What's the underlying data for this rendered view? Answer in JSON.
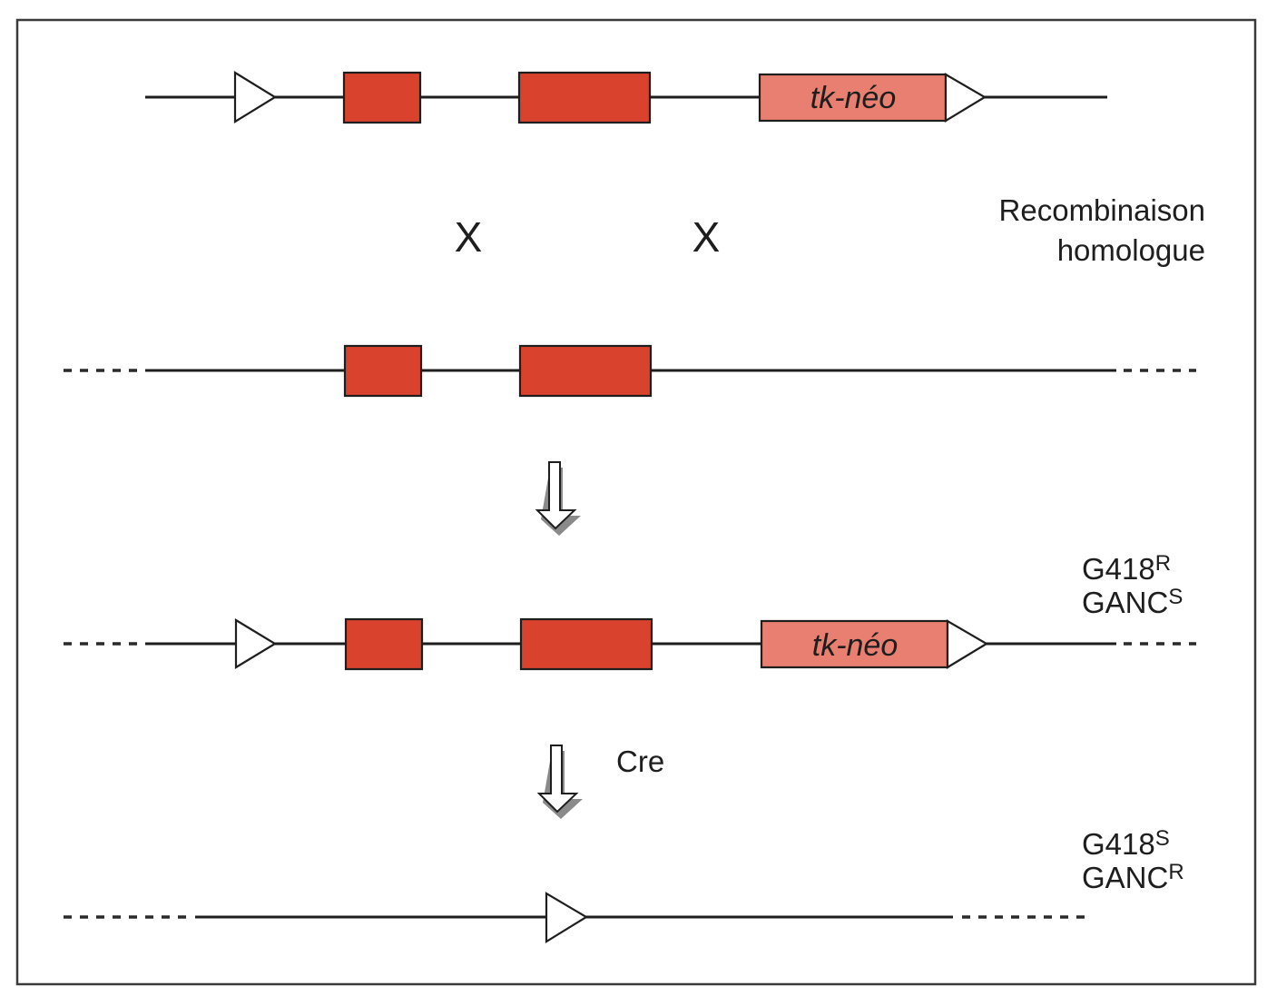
{
  "diagram": {
    "type": "gene-targeting-cre-lox",
    "colors": {
      "exon": "#d9432e",
      "cassette": "#e87f70",
      "line": "#1e1e1e",
      "frame": "#3a3a3a"
    },
    "constructs": [
      {
        "id": "targeting-vector",
        "elements": [
          "line",
          "loxP",
          "exon1",
          "exon2",
          "tk-neo-cassette",
          "loxP",
          "line"
        ],
        "cassette_label": "tk-néo"
      },
      {
        "id": "wild-type-locus",
        "elements": [
          "dashed",
          "line",
          "exon1",
          "exon2",
          "line",
          "dashed"
        ]
      },
      {
        "id": "targeted-locus",
        "elements": [
          "dashed",
          "line",
          "loxP",
          "exon1",
          "exon2",
          "tk-neo-cassette",
          "loxP",
          "line",
          "dashed"
        ],
        "cassette_label": "tk-néo"
      },
      {
        "id": "deleted-locus",
        "elements": [
          "dashed",
          "line",
          "loxP",
          "line",
          "dashed"
        ]
      }
    ],
    "crossover_marks": [
      "X",
      "X"
    ],
    "recombination_label": {
      "line1": "Recombinaison",
      "line2": "homologue"
    },
    "step_arrows": [
      {
        "label": ""
      },
      {
        "label": "Cre"
      }
    ],
    "phenotypes": [
      {
        "line1_base": "G418",
        "line1_sup": "R",
        "line2_base": "GANC",
        "line2_sup": "S"
      },
      {
        "line1_base": "G418",
        "line1_sup": "S",
        "line2_base": "GANC",
        "line2_sup": "R"
      }
    ]
  }
}
